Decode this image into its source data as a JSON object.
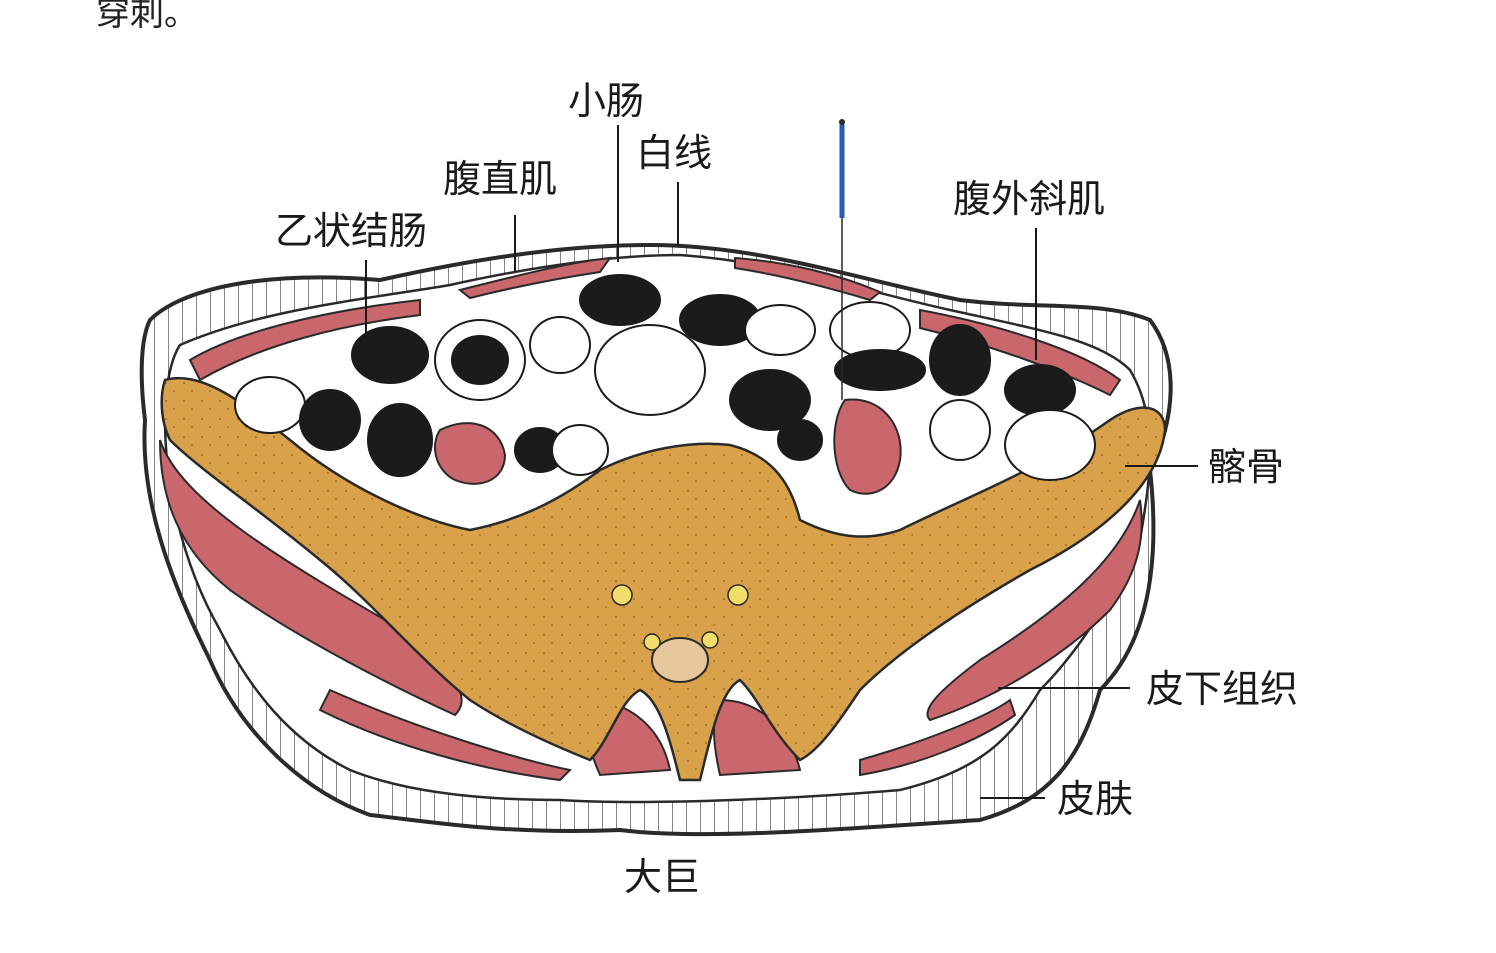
{
  "header_fragment": "穿刺。",
  "labels": {
    "small_intestine": "小肠",
    "linea_alba": "白线",
    "rectus_abdominis": "腹直肌",
    "sigmoid_colon": "乙状结肠",
    "external_oblique": "腹外斜肌",
    "ilium": "髂骨",
    "subcutaneous_tissue": "皮下组织",
    "skin": "皮肤",
    "acupoint": "大巨"
  },
  "colors": {
    "muscle": "#c9676c",
    "bone": "#d9a24a",
    "fat": "#ffffff",
    "outline": "#2a2a2a",
    "needle": "#2a5bb0",
    "intestine_dark": "#1b1b1b"
  }
}
